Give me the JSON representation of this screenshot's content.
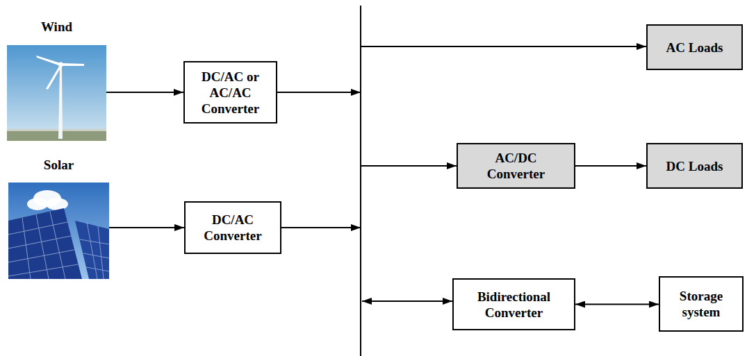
{
  "diagram": {
    "nodes": [
      {
        "text": [
          "Wind"
        ]
      },
      {
        "text": [
          "DC/AC or AC/AC Converter"
        ]
      },
      {
        "text": [
          "Solar"
        ]
      },
      {
        "text": [
          "DC/AC Converter"
        ]
      },
      {
        "text": [
          "AC Loads"
        ]
      },
      {
        "text": [
          "AC/DC Converter"
        ]
      },
      {
        "text": [
          "DC Loads"
        ]
      },
      {
        "text": [
          "Bidirectional Converter"
        ]
      },
      {
        "text": [
          "Storage system"
        ]
      }
    ],
    "edges": [
      {
        "from": 0,
        "to": 1,
        "arrow": "to"
      },
      {
        "from": 2,
        "to": 3,
        "arrow": "to"
      },
      {
        "from": 5,
        "to": 6,
        "arrow": "to"
      },
      {
        "from": 7,
        "to": 8,
        "arrow": "both"
      }
    ]
  }
}
